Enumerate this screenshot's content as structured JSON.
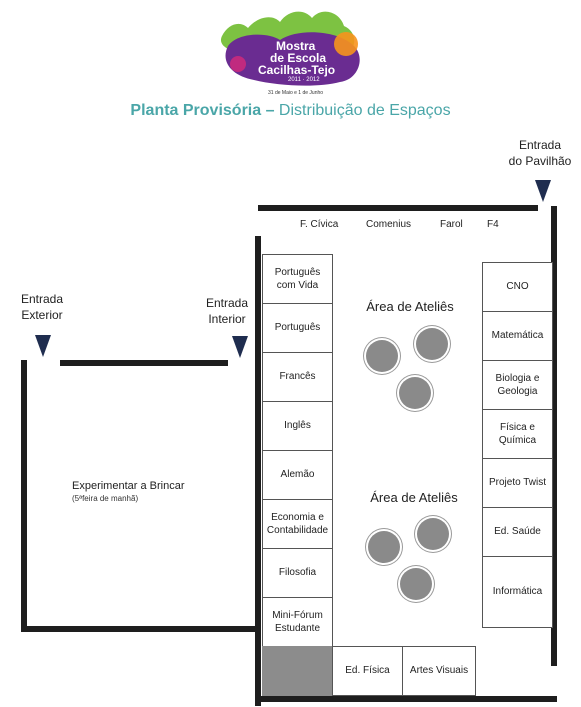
{
  "logo": {
    "line1": "Mostra",
    "line2": "de Escola",
    "line3": "Cacilhas-Tejo",
    "years": "2011 · 2012",
    "date": "31 de Maio e 1 de Junho"
  },
  "title": {
    "bold": "Planta Provisória –",
    "rest": " Distribuição de Espaços"
  },
  "entrances": {
    "exterior": "Entrada\nExterior",
    "interior": "Entrada\nInterior",
    "pavilhao": "Entrada\ndo Pavilhão"
  },
  "top_spaces": [
    "F. Cívica",
    "Comenius",
    "Farol",
    "F4"
  ],
  "left_rooms": [
    "Português\ncom Vida",
    "Português",
    "Francês",
    "Inglês",
    "Alemão",
    "Economia e\nContabilidade",
    "Filosofia",
    "Mini-Fórum\nEstudante"
  ],
  "right_rooms": [
    "CNO",
    "Matemática",
    "Biologia e\nGeologia",
    "Física e\nQuímica",
    "Projeto Twist",
    "Ed. Saúde",
    "Informática"
  ],
  "bottom_rooms": [
    "Ed. Física",
    "Artes Visuais"
  ],
  "ateliers": [
    "Área de Ateliês",
    "Área de Ateliês"
  ],
  "outdoor": {
    "title": "Experimentar a Brincar",
    "note": "(5ªfeira de manhã)"
  },
  "colors": {
    "title_accent": "#4aa6a8",
    "arrow": "#1f2d4f",
    "logo_purple": "#6a2c91",
    "logo_green": "#7dc242",
    "logo_orange": "#f7941d"
  }
}
